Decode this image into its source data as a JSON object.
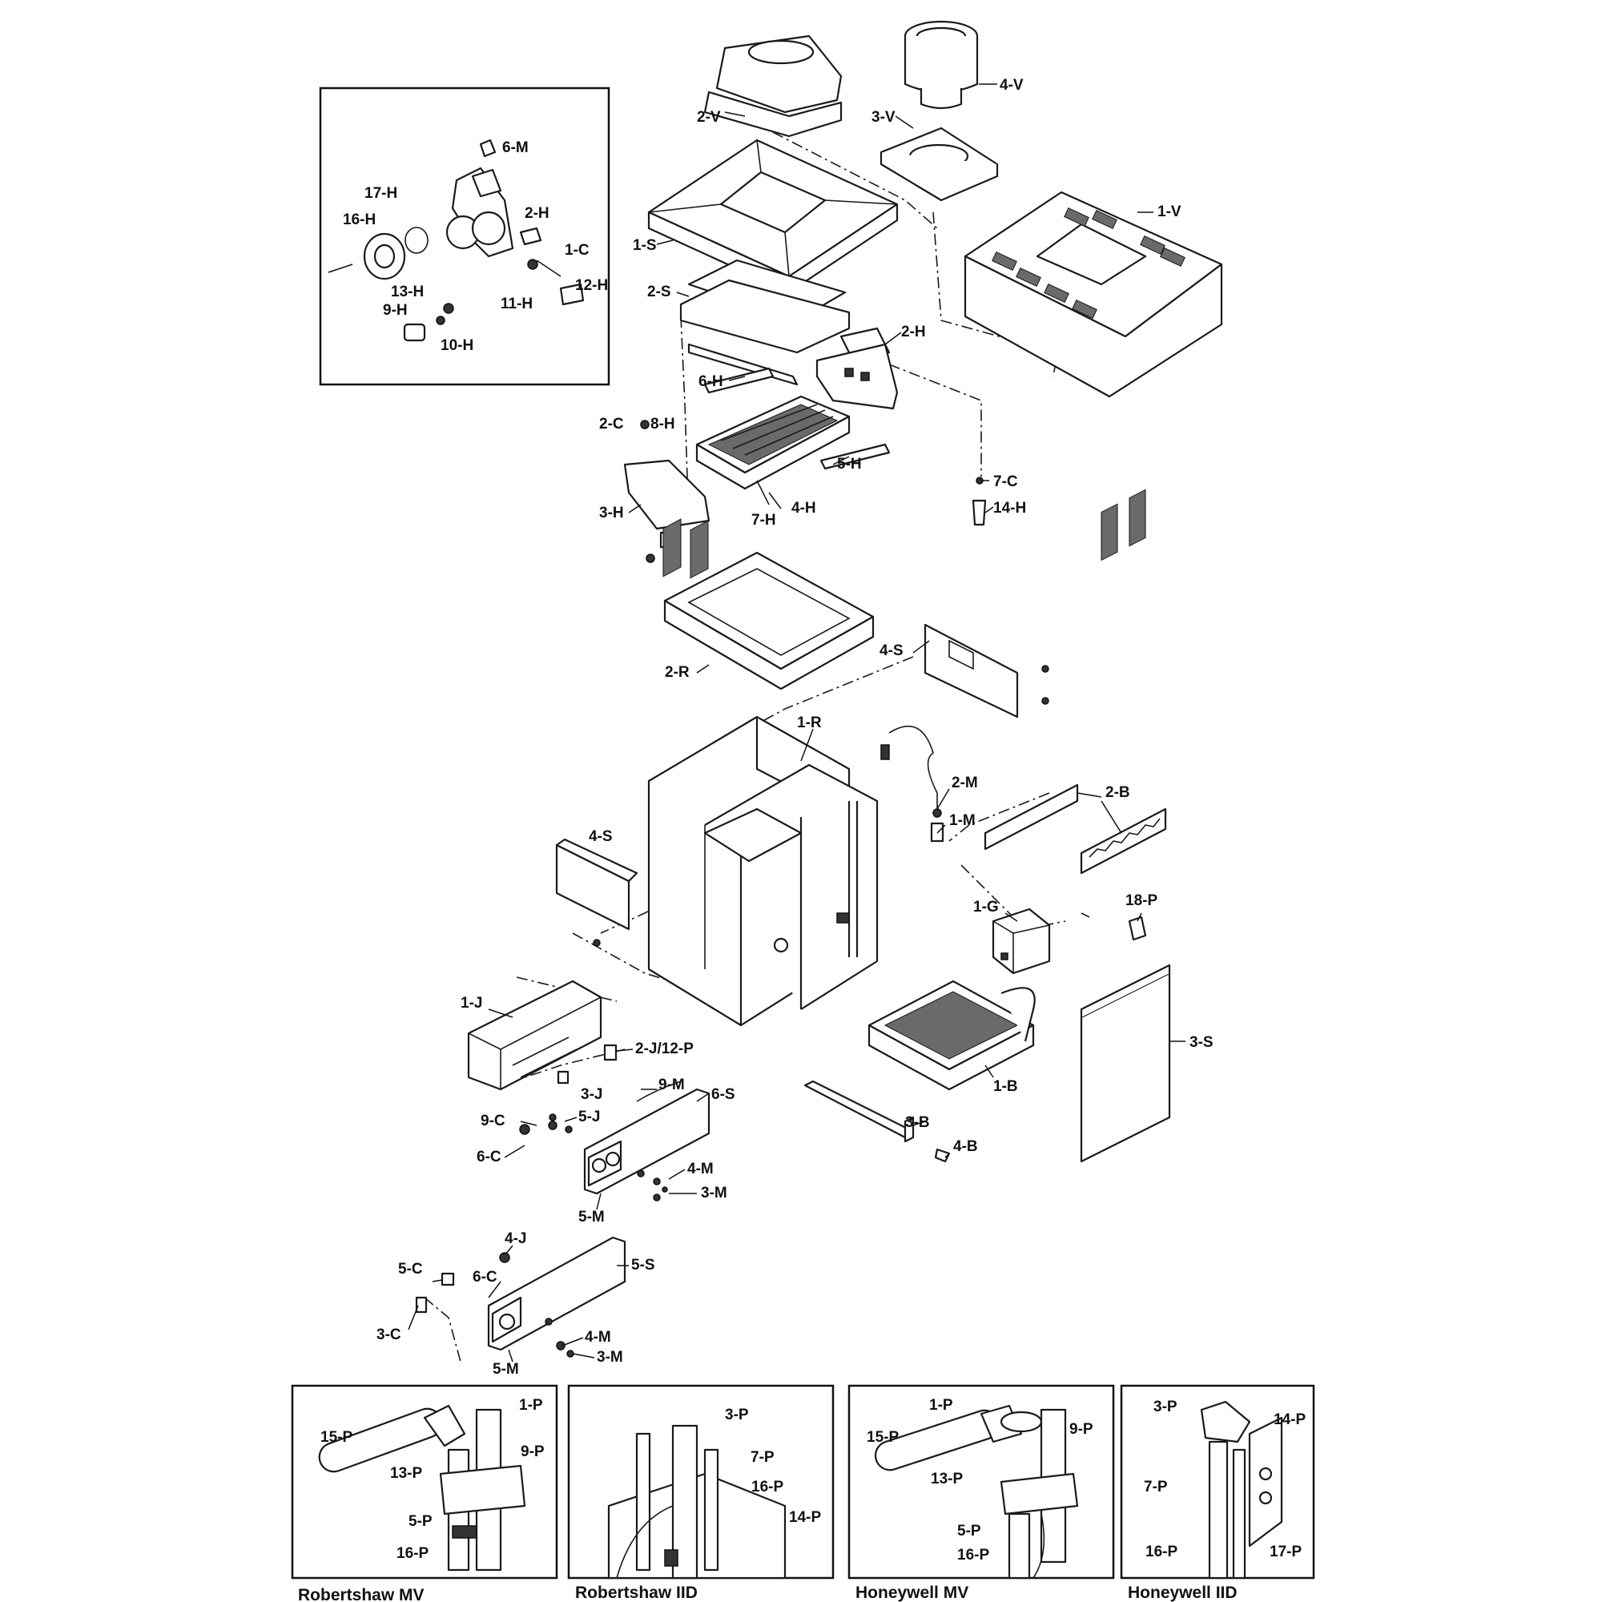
{
  "labels": {
    "top": [
      "2-V",
      "4-V",
      "3-V",
      "1-V",
      "1-S",
      "2-S",
      "2-H",
      "6-H",
      "2-C",
      "8-H",
      "5-H",
      "3-H",
      "7-H",
      "4-H",
      "7-C",
      "14-H"
    ],
    "inset": [
      "6-M",
      "17-H",
      "16-H",
      "2-H",
      "1-C",
      "13-H",
      "12-H",
      "9-H",
      "11-H",
      "10-H"
    ],
    "middle": [
      "2-R",
      "4-S",
      "1-R",
      "2-M",
      "1-M",
      "2-B",
      "4-S",
      "1-G",
      "18-P",
      "1-J",
      "2-J/12-P",
      "3-J",
      "9-M",
      "9-C",
      "5-J",
      "6-S",
      "6-C",
      "4-M",
      "3-M",
      "5-M",
      "1-B",
      "3-B",
      "4-B",
      "3-S"
    ],
    "lower": [
      "4-J",
      "5-C",
      "6-C",
      "5-S",
      "3-C",
      "4-M",
      "3-M",
      "5-M"
    ],
    "pilot1": [
      "1-P",
      "15-P",
      "9-P",
      "13-P",
      "5-P",
      "16-P"
    ],
    "pilot2": [
      "3-P",
      "7-P",
      "16-P",
      "14-P"
    ],
    "pilot3": [
      "1-P",
      "15-P",
      "9-P",
      "13-P",
      "5-P",
      "16-P"
    ],
    "pilot4": [
      "3-P",
      "14-P",
      "7-P",
      "16-P",
      "17-P"
    ]
  },
  "captions": [
    "Robertshaw MV",
    "Robertshaw IID",
    "Honeywell MV",
    "Honeywell IID"
  ]
}
